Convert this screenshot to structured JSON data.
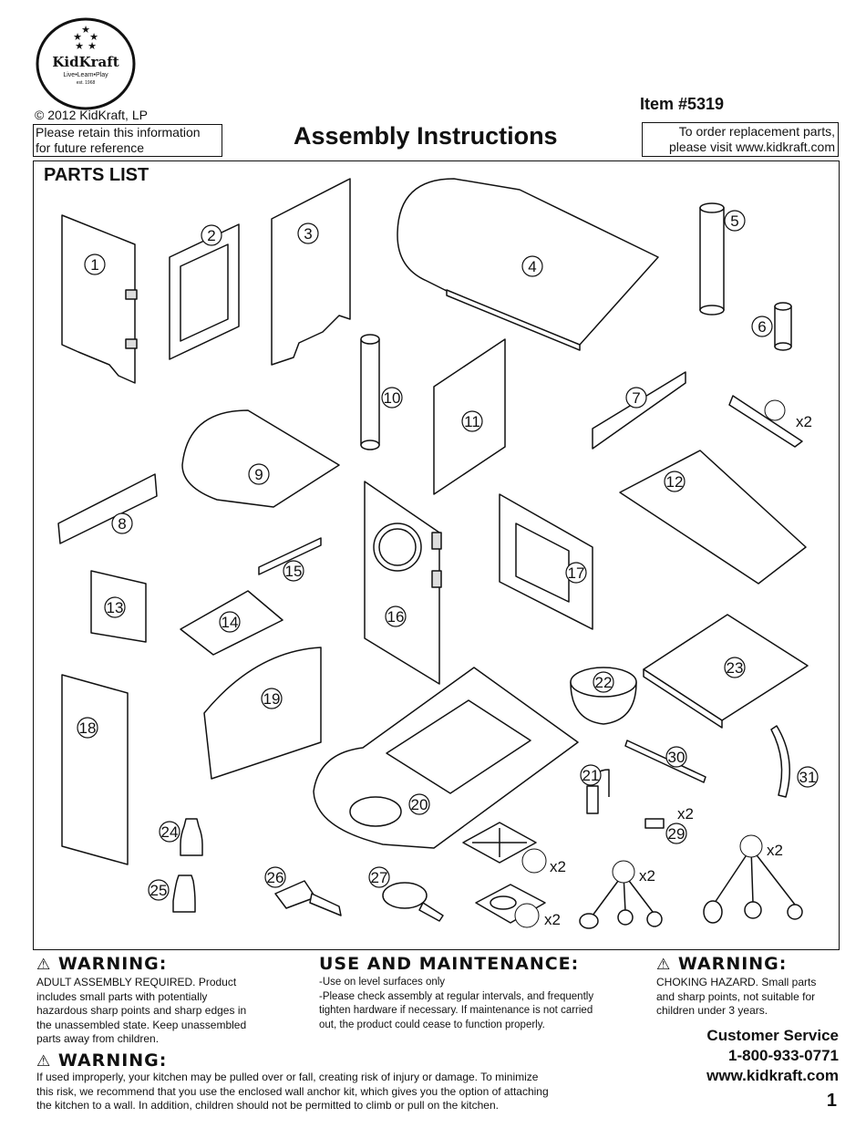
{
  "logo": {
    "brand": "KidKraft",
    "tagline": "Live•Learn•Play",
    "est": "est. 1968"
  },
  "header": {
    "copyright": "© 2012 KidKraft, LP",
    "retain_line1": "Please retain this information",
    "retain_line2": "for future reference",
    "title": "Assembly Instructions",
    "item": "Item #5319",
    "order_line1": "To order replacement parts,",
    "order_line2": "please visit www.kidkraft.com"
  },
  "parts": {
    "heading": "PARTS LIST",
    "labels": [
      "1",
      "2",
      "3",
      "4",
      "5",
      "6",
      "7",
      "8",
      "9",
      "10",
      "11",
      "12",
      "13",
      "14",
      "15",
      "16",
      "17",
      "18",
      "19",
      "20",
      "21",
      "22",
      "23",
      "24",
      "25",
      "26",
      "27",
      "29",
      "30",
      "31"
    ],
    "multipliers": [
      "x2",
      "x2",
      "x2",
      "x2",
      "x2",
      "x2"
    ]
  },
  "warning_left": {
    "title": "WARNING:",
    "lines": [
      "ADULT ASSEMBLY REQUIRED. Product",
      "includes small parts with potentially",
      "hazardous sharp points and sharp edges in",
      "the unassembled state. Keep unassembled",
      "parts away from children."
    ]
  },
  "maintenance": {
    "title": "USE AND MAINTENANCE:",
    "lines": [
      "-Use on level surfaces only",
      "-Please check assembly at regular intervals, and frequently",
      "tighten hardware if necessary. If maintenance is not carried",
      "out, the product could cease to function properly."
    ]
  },
  "warning_right": {
    "title": "WARNING:",
    "lines": [
      "CHOKING HAZARD. Small parts",
      "and sharp points, not suitable for",
      "children under 3 years."
    ]
  },
  "warning_bottom": {
    "title": "WARNING:",
    "lines": [
      "If used improperly, your kitchen may be pulled over or fall, creating risk of injury or damage.  To minimize",
      "this risk, we recommend that you use the enclosed wall anchor kit, which gives you the option of attaching",
      "the kitchen to a wall. In addition, children should not be permitted to climb or pull on the kitchen."
    ]
  },
  "customer_service": {
    "label": "Customer Service",
    "phone": "1-800-933-0771",
    "web": "www.kidkraft.com"
  },
  "page_number": "1",
  "icons": [
    "warning-triangle-icon",
    "hinge-icon",
    "ball-callout-icon"
  ]
}
